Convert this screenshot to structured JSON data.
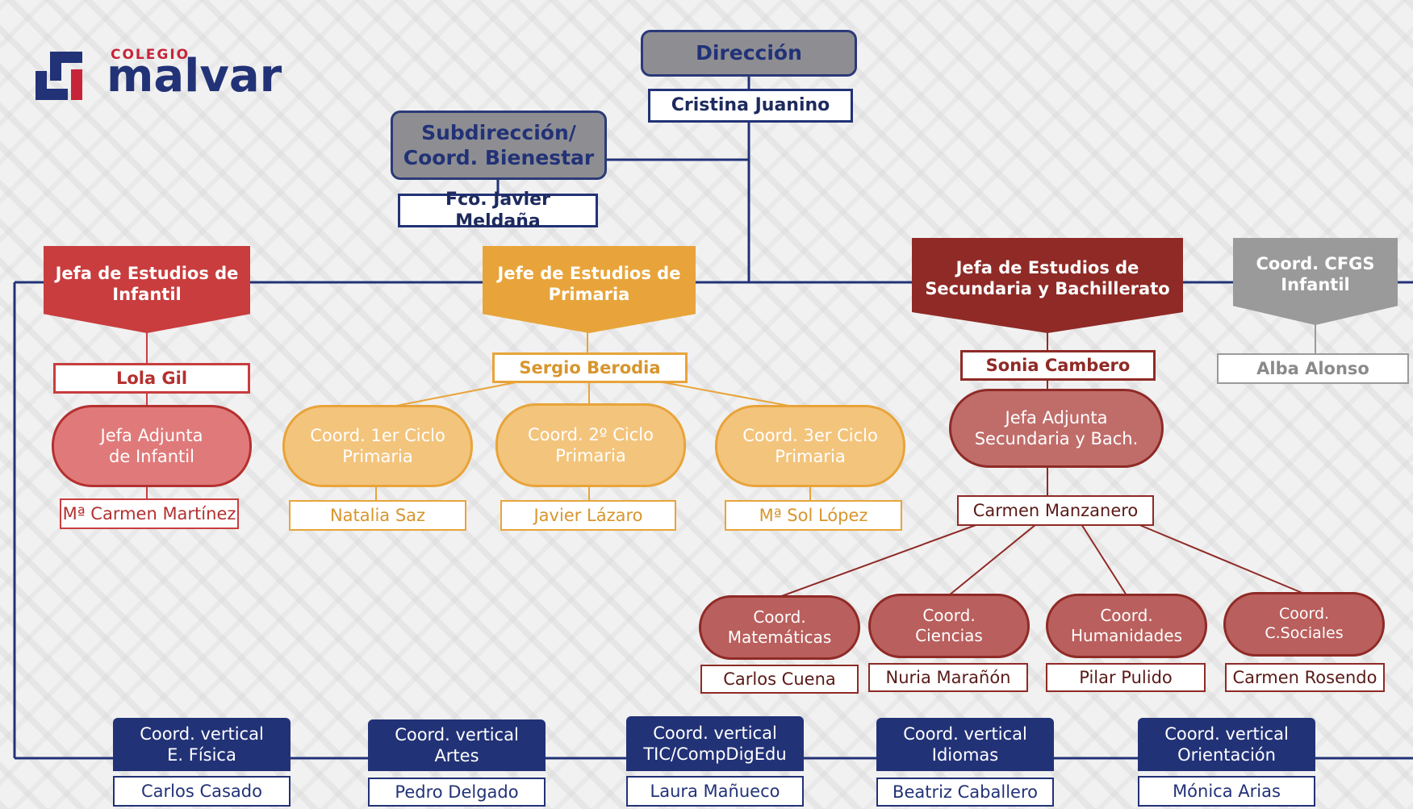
{
  "logo": {
    "small_text": "COLEGIO",
    "big_text": "malvar",
    "color": "#223277",
    "accent": "#c7243a"
  },
  "colors": {
    "navy": "#223277",
    "infantil": "#c93d3e",
    "primaria": "#e8a43a",
    "secundaria": "#8f2a26",
    "cfgs": "#9a9a9a",
    "grey": "#8e8e92"
  },
  "direccion": {
    "title": "Dirección",
    "name": "Cristina Juanino"
  },
  "subdireccion": {
    "title_line1": "Subdirección/",
    "title_line2": "Coord. Bienestar",
    "name": "Fco. Javier Meldaña"
  },
  "infantil": {
    "title_line1": "Jefa de Estudios de",
    "title_line2": "Infantil",
    "head": "Lola Gil",
    "adjunta_line1": "Jefa Adjunta",
    "adjunta_line2": "de Infantil",
    "adjunta_name": "Mª Carmen Martínez"
  },
  "primaria": {
    "title_line1": "Jefe de Estudios de",
    "title_line2": "Primaria",
    "head": "Sergio Berodia",
    "ciclos": [
      {
        "line1": "Coord. 1er Ciclo",
        "line2": "Primaria",
        "name": "Natalia Saz"
      },
      {
        "line1": "Coord. 2º Ciclo",
        "line2": "Primaria",
        "name": "Javier Lázaro"
      },
      {
        "line1": "Coord. 3er Ciclo",
        "line2": "Primaria",
        "name": "Mª Sol López"
      }
    ]
  },
  "secundaria": {
    "title_line1": "Jefa de Estudios de",
    "title_line2": "Secundaria y Bachillerato",
    "head": "Sonia Cambero",
    "adjunta_line1": "Jefa Adjunta",
    "adjunta_line2": "Secundaria y Bach.",
    "adjunta_name": "Carmen Manzanero",
    "coords": [
      {
        "line1": "Coord.",
        "line2": "Matemáticas",
        "name": "Carlos Cuena"
      },
      {
        "line1": "Coord.",
        "line2": "Ciencias",
        "name": "Nuria Marañón"
      },
      {
        "line1": "Coord.",
        "line2": "Humanidades",
        "name": "Pilar Pulido"
      },
      {
        "line1": "Coord.",
        "line2": "C.Sociales",
        "name": "Carmen Rosendo"
      }
    ]
  },
  "cfgs": {
    "title_line1": "Coord. CFGS",
    "title_line2": "Infantil",
    "head": "Alba Alonso"
  },
  "verticales": [
    {
      "line1": "Coord. vertical",
      "line2": "E. Física",
      "name": "Carlos Casado"
    },
    {
      "line1": "Coord. vertical",
      "line2": "Artes",
      "name": "Pedro Delgado"
    },
    {
      "line1": "Coord. vertical",
      "line2": "TIC/CompDigEdu",
      "name": "Laura Mañueco"
    },
    {
      "line1": "Coord. vertical",
      "line2": "Idiomas",
      "name": "Beatriz Caballero"
    },
    {
      "line1": "Coord. vertical",
      "line2": "Orientación",
      "name": "Mónica Arias"
    }
  ]
}
